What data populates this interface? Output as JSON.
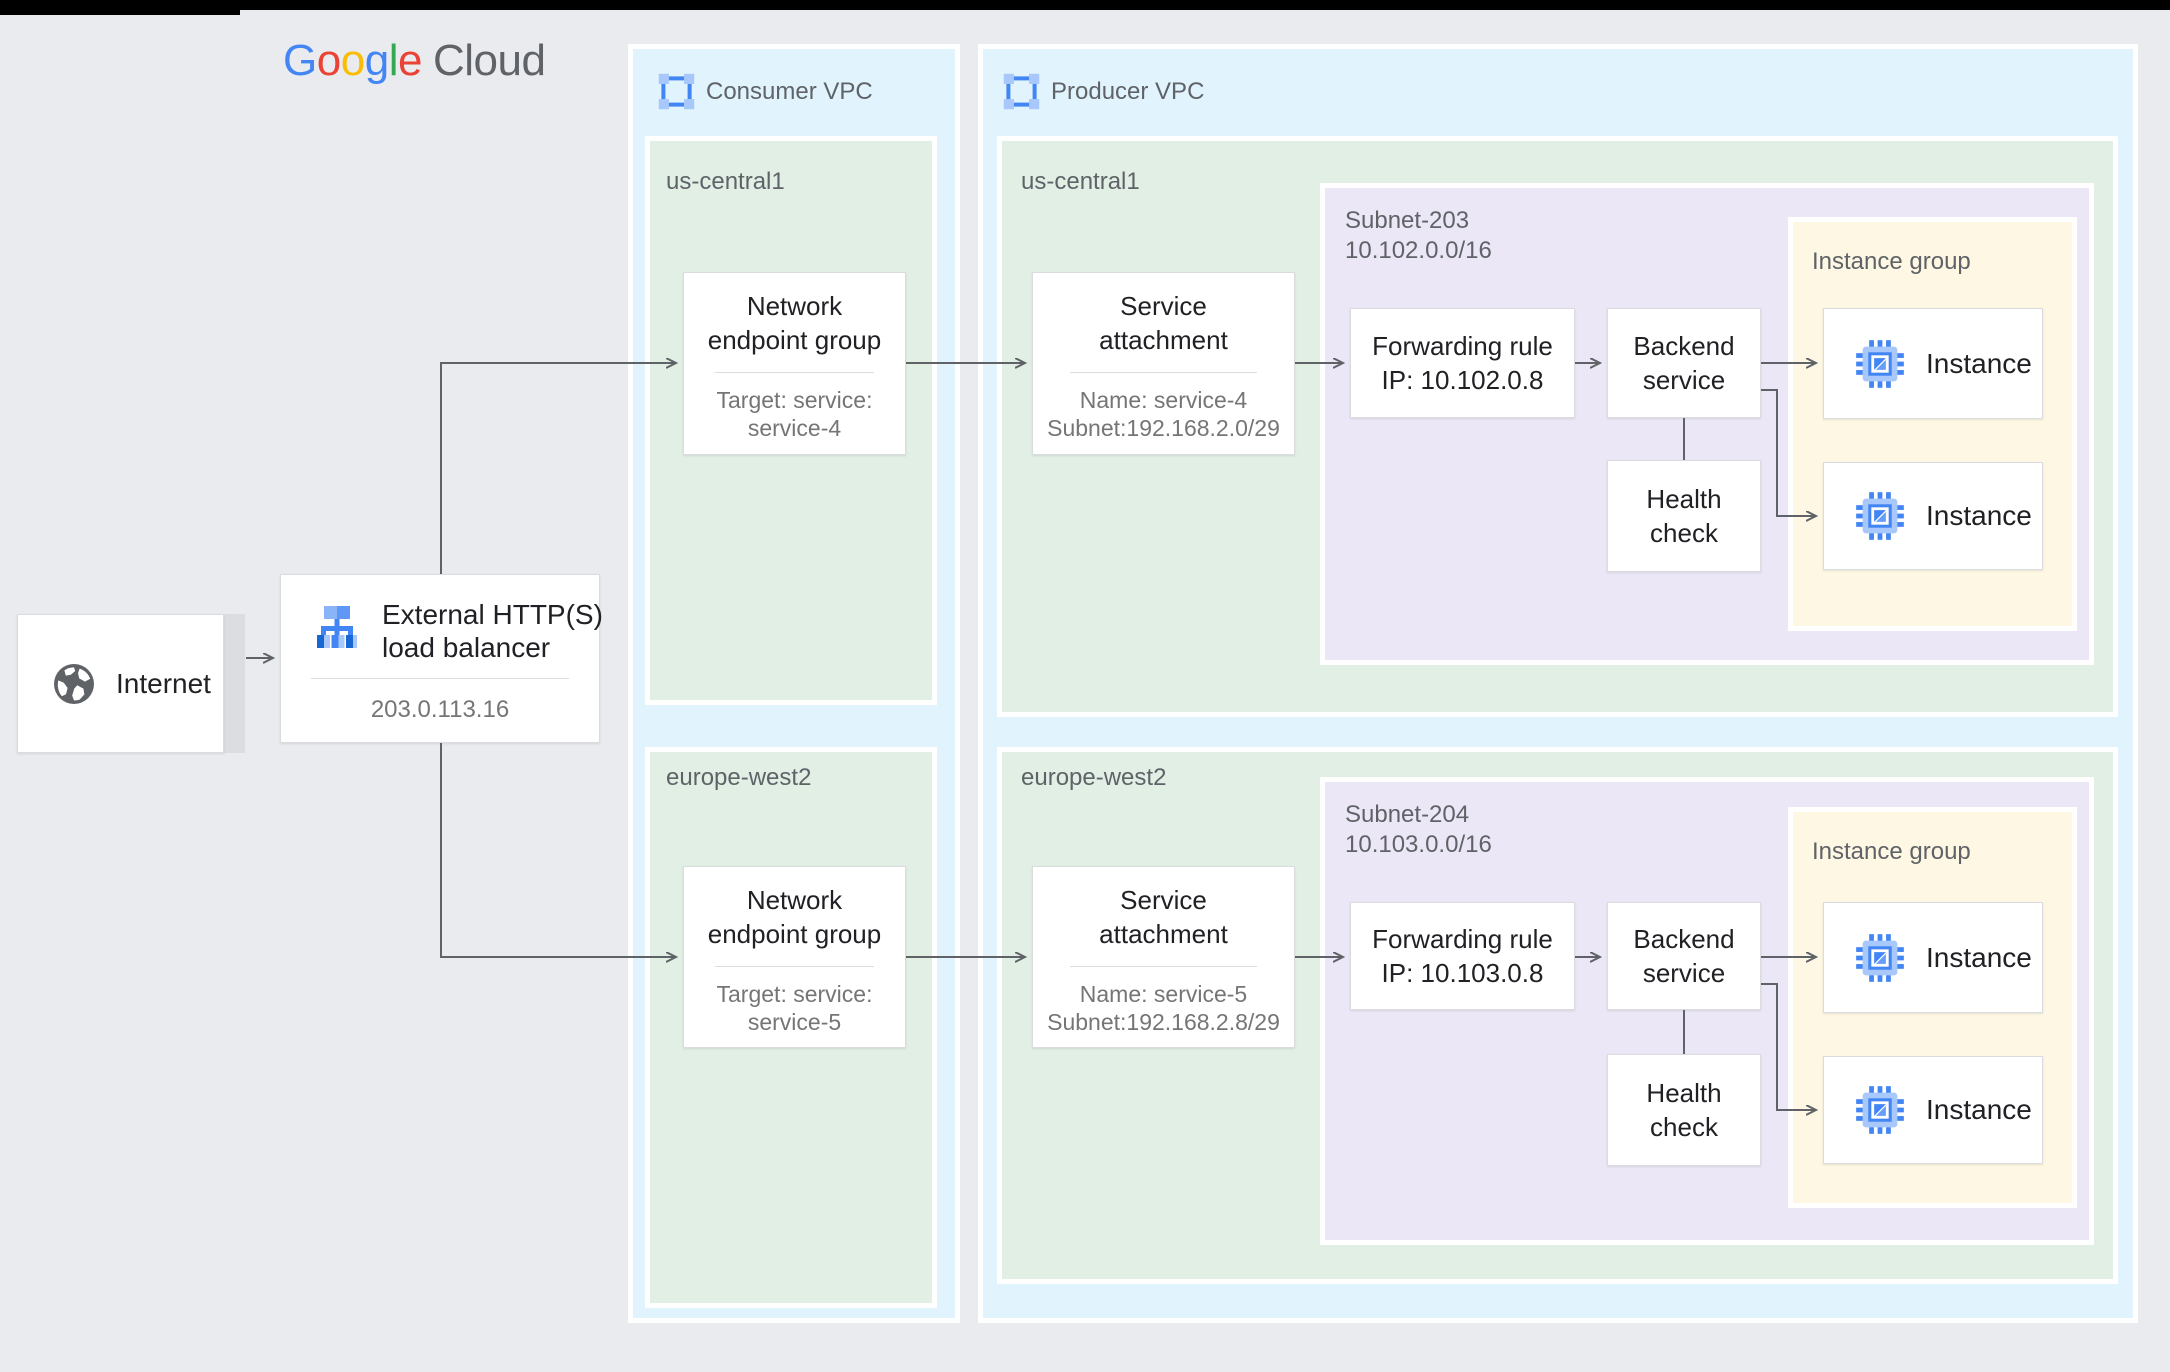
{
  "logo": {
    "letters": [
      [
        "G",
        "#4285F4"
      ],
      [
        "o",
        "#EA4335"
      ],
      [
        "o",
        "#FBBC05"
      ],
      [
        "g",
        "#4285F4"
      ],
      [
        "l",
        "#34A853"
      ],
      [
        "e",
        "#EA4335"
      ]
    ],
    "suffix": "Cloud"
  },
  "internet": {
    "label": "Internet"
  },
  "load_balancer": {
    "title": [
      "External HTTP(S)",
      "load balancer"
    ],
    "ip": "203.0.113.16"
  },
  "consumer_vpc": {
    "label": "Consumer VPC",
    "regions": [
      {
        "name": "us-central1",
        "neg": {
          "title": [
            "Network",
            "endpoint group"
          ],
          "sub": [
            "Target: service:",
            "service-4"
          ]
        }
      },
      {
        "name": "europe-west2",
        "neg": {
          "title": [
            "Network",
            "endpoint group"
          ],
          "sub": [
            "Target: service:",
            "service-5"
          ]
        }
      }
    ]
  },
  "producer_vpc": {
    "label": "Producer VPC",
    "regions": [
      {
        "name": "us-central1",
        "service_attachment": {
          "title": [
            "Service",
            "attachment"
          ],
          "sub": [
            "Name: service-4",
            "Subnet:192.168.2.0/29"
          ]
        },
        "subnet": {
          "label": [
            "Subnet-203",
            "10.102.0.0/16"
          ],
          "forwarding_rule": [
            "Forwarding rule",
            "IP: 10.102.0.8"
          ],
          "backend_service": [
            "Backend",
            "service"
          ],
          "health_check": [
            "Health",
            "check"
          ],
          "instance_group": {
            "label": "Instance group",
            "instances": [
              "Instance",
              "Instance"
            ]
          }
        }
      },
      {
        "name": "europe-west2",
        "service_attachment": {
          "title": [
            "Service",
            "attachment"
          ],
          "sub": [
            "Name: service-5",
            "Subnet:192.168.2.8/29"
          ]
        },
        "subnet": {
          "label": [
            "Subnet-204",
            "10.103.0.0/16"
          ],
          "forwarding_rule": [
            "Forwarding rule",
            "IP: 10.103.0.8"
          ],
          "backend_service": [
            "Backend",
            "service"
          ],
          "health_check": [
            "Health",
            "check"
          ],
          "instance_group": {
            "label": "Instance group",
            "instances": [
              "Instance",
              "Instance"
            ]
          }
        }
      }
    ]
  }
}
